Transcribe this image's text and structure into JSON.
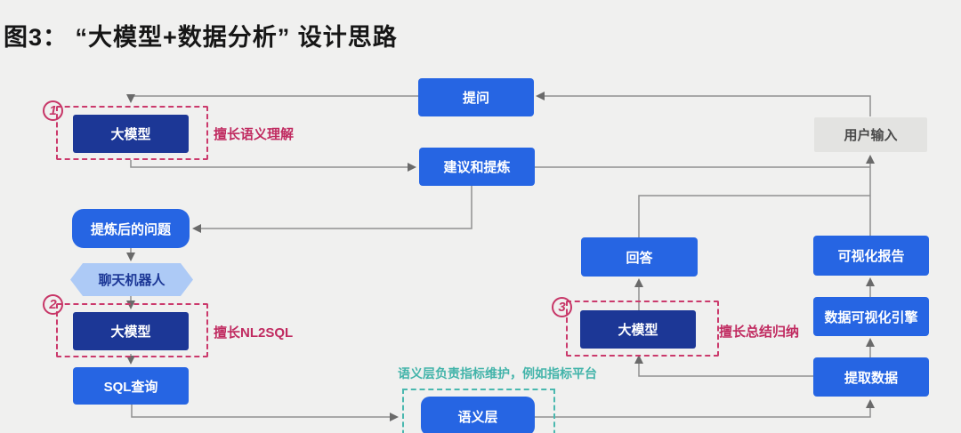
{
  "title": "图3： “大模型+数据分析” 设计思路",
  "colors": {
    "background": "#f0f0ef",
    "primary_blue": "#2665e3",
    "navy_blue": "#1c3796",
    "light_blue": "#adcaf6",
    "gray_box": "#e3e3e1",
    "crimson_accent": "#c73667",
    "teal_accent": "#4ab8af",
    "line_gray": "#909090"
  },
  "nodes": {
    "question": {
      "label": "提问"
    },
    "model1": {
      "label": "大模型",
      "badge": "1",
      "annotation": "擅长语义理解"
    },
    "suggest_refine": {
      "label": "建议和提炼"
    },
    "user_input": {
      "label": "用户输入"
    },
    "refined_question": {
      "label": "提炼后的问题"
    },
    "chatbot": {
      "label": "聊天机器人"
    },
    "model2": {
      "label": "大模型",
      "badge": "2",
      "annotation": "擅长NL2SQL"
    },
    "sql_query": {
      "label": "SQL查询"
    },
    "semantic_layer": {
      "label": "语义层",
      "annotation": "语义层负责指标维护，例如指标平台"
    },
    "answer": {
      "label": "回答"
    },
    "model3": {
      "label": "大模型",
      "badge": "3",
      "annotation": "擅长总结归纳"
    },
    "viz_report": {
      "label": "可视化报告"
    },
    "viz_engine": {
      "label": "数据可视化引擎"
    },
    "extract_data": {
      "label": "提取数据"
    }
  },
  "edges": [
    {
      "from": "user_input",
      "to": "question"
    },
    {
      "from": "question",
      "to": "model1"
    },
    {
      "from": "model1",
      "to": "suggest_refine"
    },
    {
      "from": "suggest_refine",
      "to": "refined_question"
    },
    {
      "from": "suggest_refine",
      "to": "user_input"
    },
    {
      "from": "refined_question",
      "to": "chatbot"
    },
    {
      "from": "chatbot",
      "to": "model2"
    },
    {
      "from": "model2",
      "to": "sql_query"
    },
    {
      "from": "sql_query",
      "to": "semantic_layer"
    },
    {
      "from": "semantic_layer",
      "to": "extract_data"
    },
    {
      "from": "extract_data",
      "to": "model3"
    },
    {
      "from": "model3",
      "to": "answer"
    },
    {
      "from": "answer",
      "to": "user_input"
    },
    {
      "from": "extract_data",
      "to": "viz_engine"
    },
    {
      "from": "viz_engine",
      "to": "viz_report"
    },
    {
      "from": "viz_report",
      "to": "user_input"
    }
  ]
}
